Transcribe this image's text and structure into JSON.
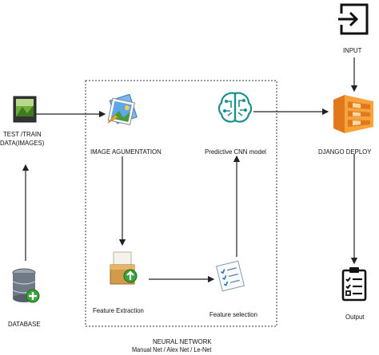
{
  "nodes": {
    "input": {
      "label": "INPUT",
      "icon": "enter-icon"
    },
    "test_train": {
      "label_line1": "TEST /TRAIN",
      "label_line2": "DATA(IMAGES)",
      "icon": "image-file-icon"
    },
    "database": {
      "label": "DATABASE",
      "icon": "database-add-icon"
    },
    "image_augmentation": {
      "label": "IMAGE AGUMENTATION",
      "icon": "photo-gallery-icon"
    },
    "predictive_cnn": {
      "label": "Predictive CNN model",
      "icon": "brain-circuit-icon"
    },
    "django_deploy": {
      "label": "DJANGO DEPLOY",
      "icon": "aws-cloudformation-icon"
    },
    "feature_extraction": {
      "label": "Feature Extraction",
      "icon": "package-upload-icon"
    },
    "feature_selection": {
      "label": "Feature selection",
      "icon": "checklist-icon"
    },
    "output": {
      "label": "Output",
      "icon": "clipboard-checklist-icon"
    }
  },
  "group": {
    "title": "NEURAL NETWORK",
    "subtitle": "Manual Net  /  Alex Net  /  Le-Net"
  },
  "colors": {
    "arrow": "#222222",
    "dashed_border": "#333333",
    "aws_orange": "#e2781d",
    "aws_light": "#f7a33a",
    "brain_teal": "#1a8f8a",
    "database_gray": "#6f7a86",
    "plus_green": "#3aa43a"
  }
}
